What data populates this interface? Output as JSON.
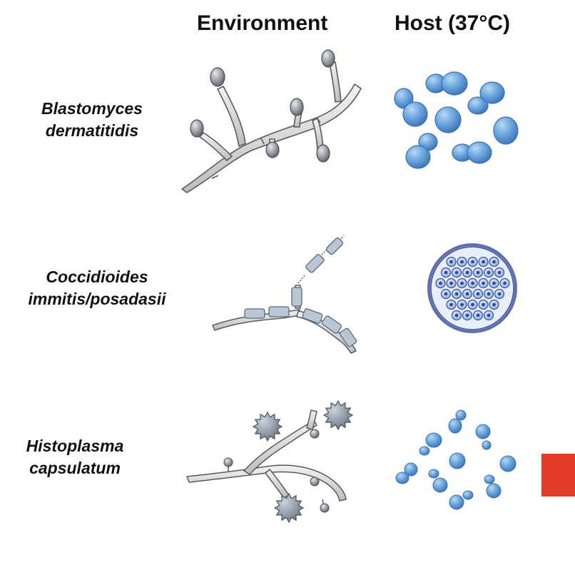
{
  "headers": {
    "environment": "Environment",
    "host": "Host (37°C)"
  },
  "species": [
    {
      "line1": "Blastomyces",
      "line2": "dermatitidis"
    },
    {
      "line1": "Coccidioides",
      "line2": "immitis/posadasii"
    },
    {
      "line1": "Histoplasma",
      "line2": "capsulatum"
    }
  ],
  "colors": {
    "hypha_fill": "#d9d9d9",
    "hypha_stroke": "#5a5a5a",
    "conidia_gray": "#9aa0a6",
    "yeast_blue": "#5b9bd8",
    "yeast_stroke": "#3f6fae",
    "spherule_blue": "#5f86c8",
    "marker_red": "#e23b27"
  }
}
